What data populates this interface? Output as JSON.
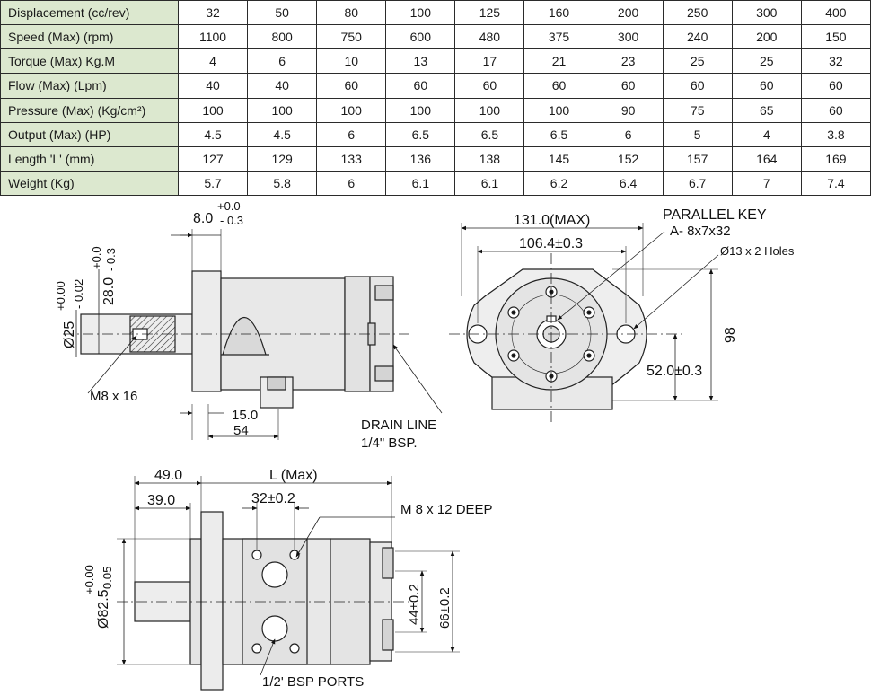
{
  "spec_table": {
    "rows": [
      {
        "label": "Displacement (cc/rev)",
        "values": [
          "32",
          "50",
          "80",
          "100",
          "125",
          "160",
          "200",
          "250",
          "300",
          "400"
        ]
      },
      {
        "label": "Speed (Max) (rpm)",
        "values": [
          "1100",
          "800",
          "750",
          "600",
          "480",
          "375",
          "300",
          "240",
          "200",
          "150"
        ]
      },
      {
        "label": "Torque (Max) Kg.M",
        "values": [
          "4",
          "6",
          "10",
          "13",
          "17",
          "21",
          "23",
          "25",
          "25",
          "32"
        ]
      },
      {
        "label": "Flow (Max) (Lpm)",
        "values": [
          "40",
          "40",
          "60",
          "60",
          "60",
          "60",
          "60",
          "60",
          "60",
          "60"
        ]
      },
      {
        "label": "Pressure (Max) (Kg/cm²)",
        "values": [
          "100",
          "100",
          "100",
          "100",
          "100",
          "100",
          "90",
          "75",
          "65",
          "60"
        ]
      },
      {
        "label": "Output (Max) (HP)",
        "values": [
          "4.5",
          "4.5",
          "6",
          "6.5",
          "6.5",
          "6.5",
          "6",
          "5",
          "4",
          "3.8"
        ]
      },
      {
        "label": "Length 'L' (mm)",
        "values": [
          "127",
          "129",
          "133",
          "136",
          "138",
          "145",
          "152",
          "157",
          "164",
          "169"
        ]
      },
      {
        "label": "Weight (Kg)",
        "values": [
          "5.7",
          "5.8",
          "6",
          "6.1",
          "6.1",
          "6.2",
          "6.4",
          "6.7",
          "7",
          "7.4"
        ]
      }
    ]
  },
  "side_view": {
    "key_length": "8.0",
    "key_length_tol_upper": "+0.0",
    "key_length_tol_lower": "- 0.3",
    "key_height": "28.0",
    "key_height_tol_upper": "+0.0",
    "key_height_tol_lower": "- 0.3",
    "shaft_dia": "Ø25",
    "shaft_dia_tol_upper": "+0.00",
    "shaft_dia_tol_lower": "- 0.02",
    "thread": "M8 x 16",
    "dim_15": "15.0",
    "dim_54": "54",
    "drain_line": "DRAIN LINE",
    "drain_size": "1/4\" BSP."
  },
  "front_view": {
    "overall_width": "131.0(MAX)",
    "hole_spacing": "106.4±0.3",
    "parallel_key": "PARALLEL KEY",
    "key_size": "A- 8x7x32",
    "holes": "Ø13 x 2 Holes",
    "height": "98",
    "center_height": "52.0±0.3"
  },
  "bottom_view": {
    "dim_49": "49.0",
    "dim_39": "39.0",
    "length_l": "L (Max)",
    "port_spacing": "32±0.2",
    "mount_thread": "M 8 x 12 DEEP",
    "pilot_dia": "Ø82.5",
    "pilot_tol_upper": "+0.00",
    "pilot_tol_lower": "0.05",
    "dim_44": "44±0.2",
    "dim_66": "66±0.2",
    "ports": "1/2' BSP PORTS"
  }
}
